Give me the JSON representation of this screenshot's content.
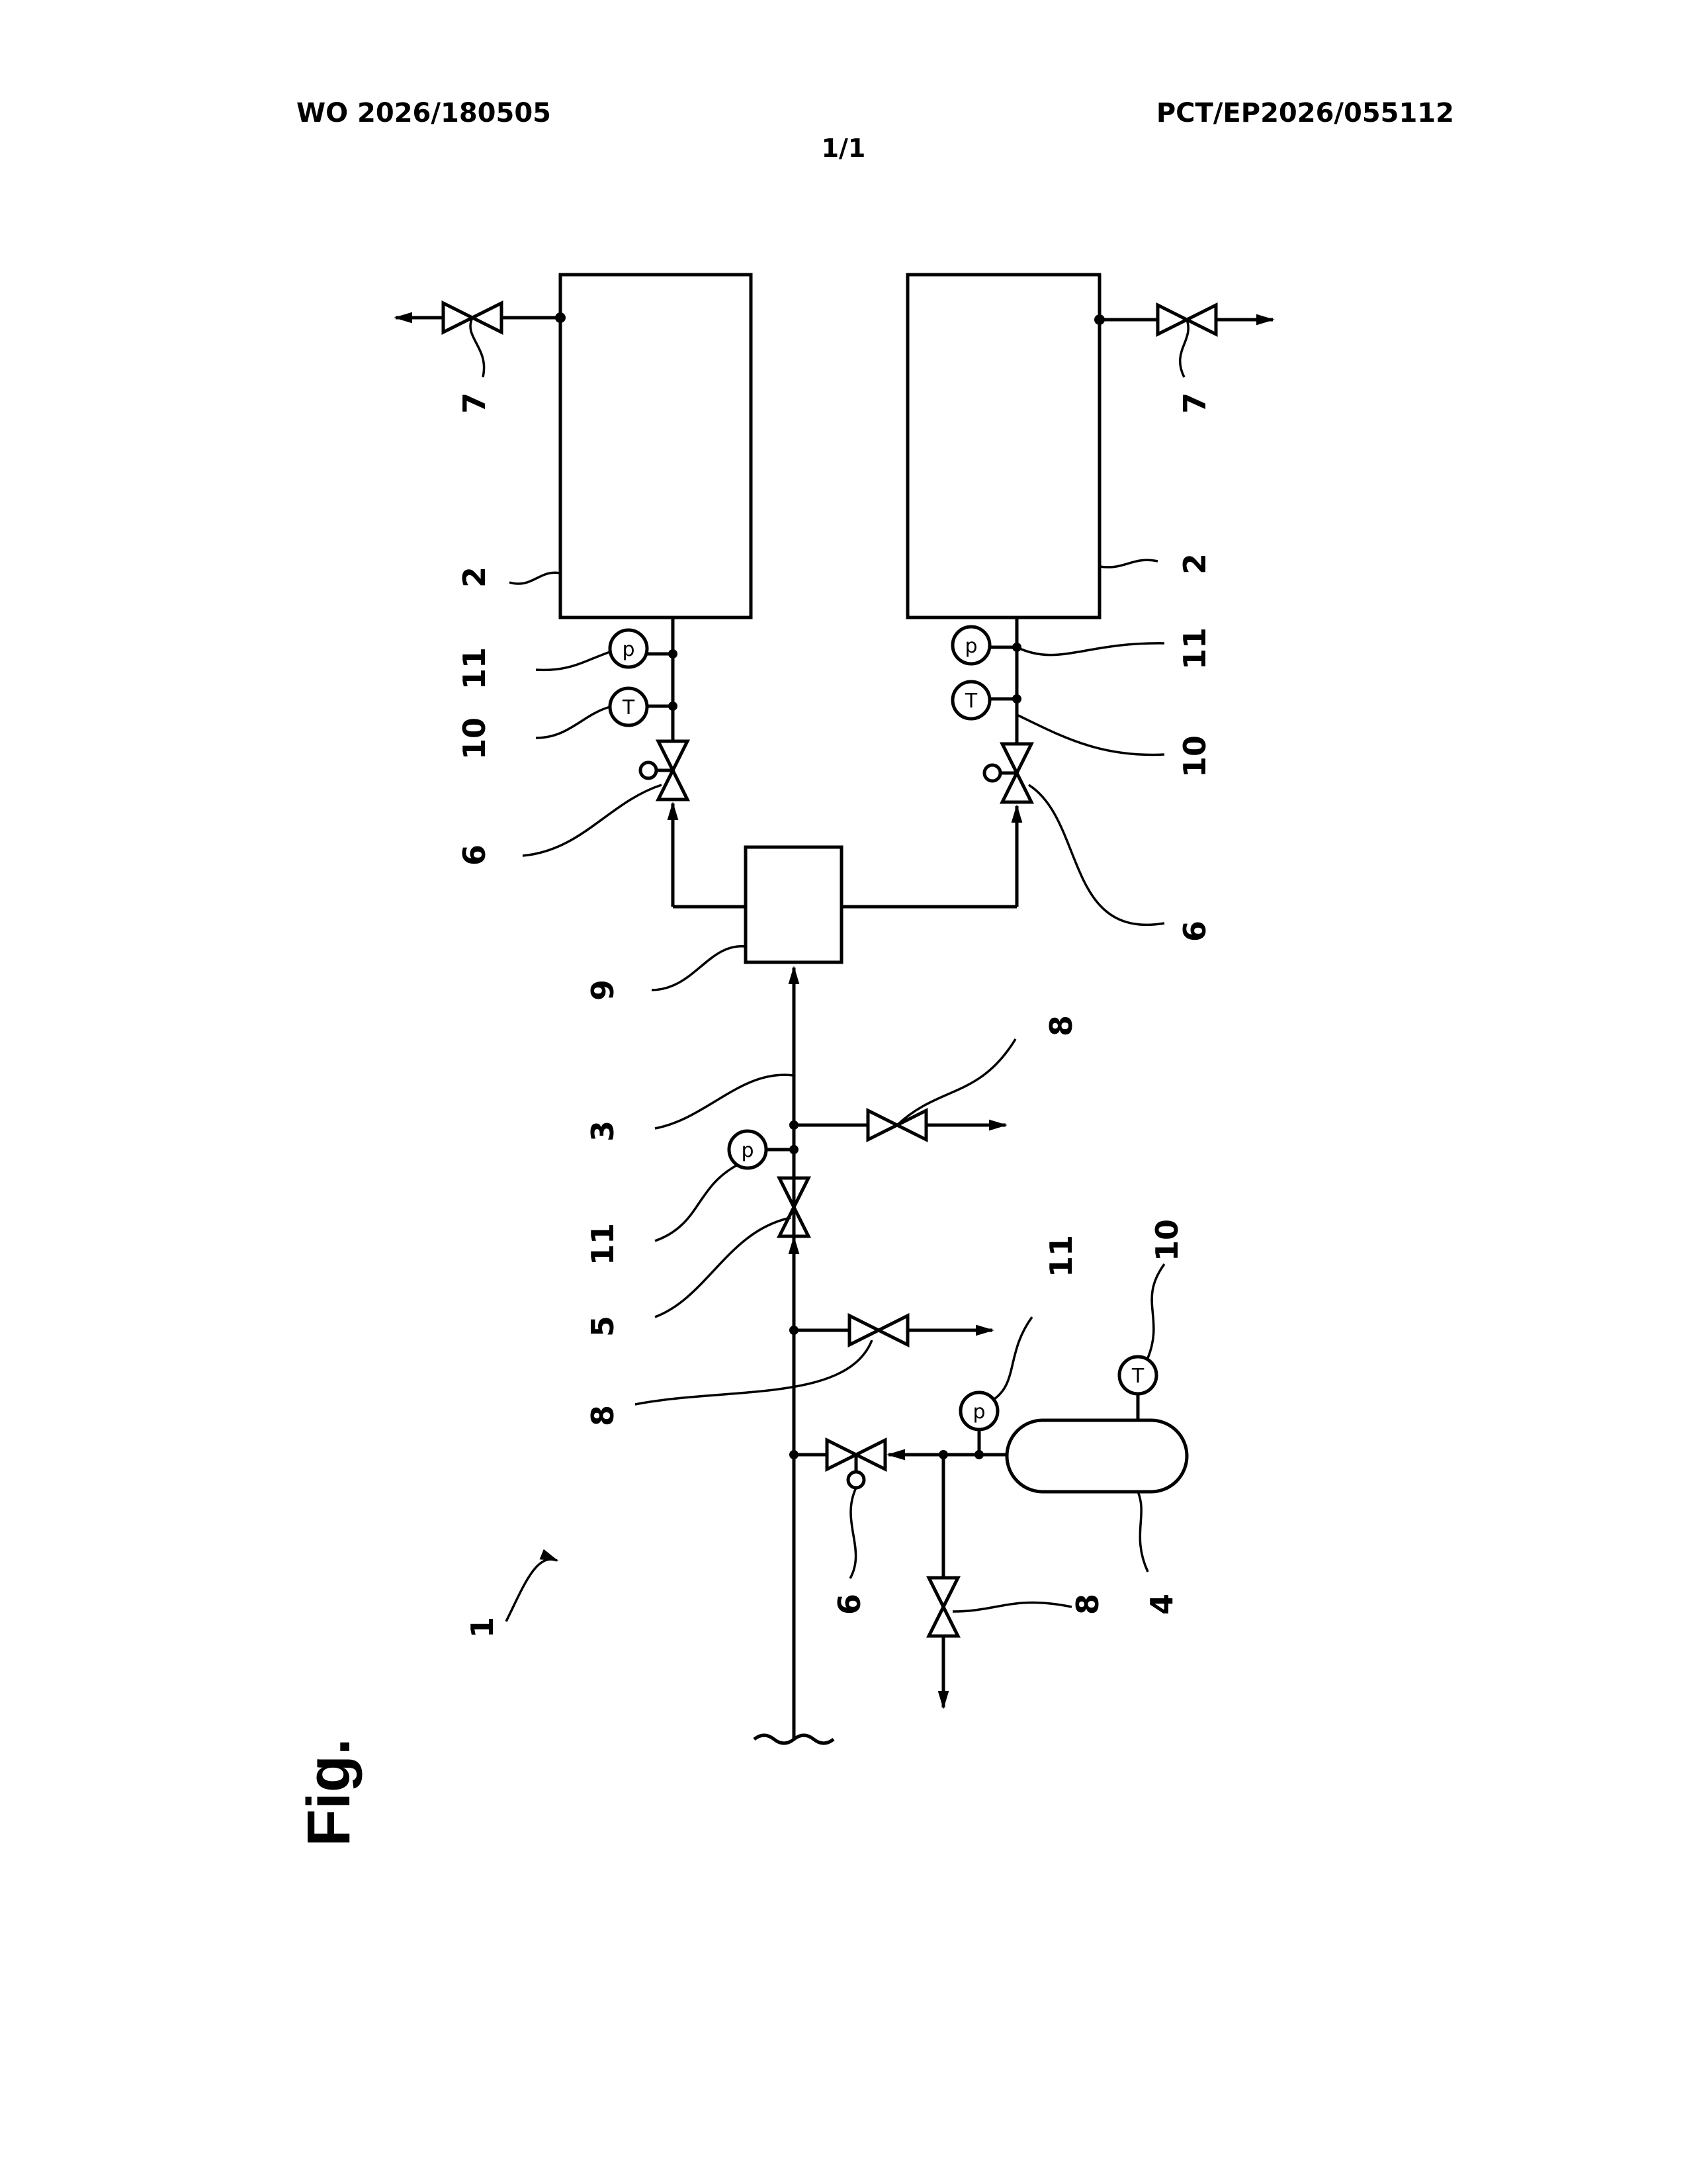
{
  "header": {
    "publication_number": "WO 2026/180505",
    "application_number": "PCT/EP2026/055112",
    "sheet": "1/1"
  },
  "figure": {
    "title": "Fig."
  },
  "labels": {
    "system": "1",
    "tank_left": "2",
    "tank_right": "2",
    "main_line": "3",
    "supply_vessel": "4",
    "main_valve": "5",
    "control_valve_left": "6",
    "control_valve_right": "6",
    "control_valve_supply": "6",
    "outlet_valve_left": "7",
    "outlet_valve_right": "7",
    "vent_valve_main": "8",
    "vent_valve_lower": "8",
    "vent_valve_supply": "8",
    "distributor": "9",
    "temp_sensor_left": "10",
    "temp_sensor_right": "10",
    "temp_sensor_supply": "10",
    "pressure_sensor_left": "11",
    "pressure_sensor_right": "11",
    "pressure_sensor_main": "11",
    "pressure_sensor_supply": "11"
  },
  "sensor_glyphs": {
    "pressure": "p",
    "temperature": "T"
  }
}
